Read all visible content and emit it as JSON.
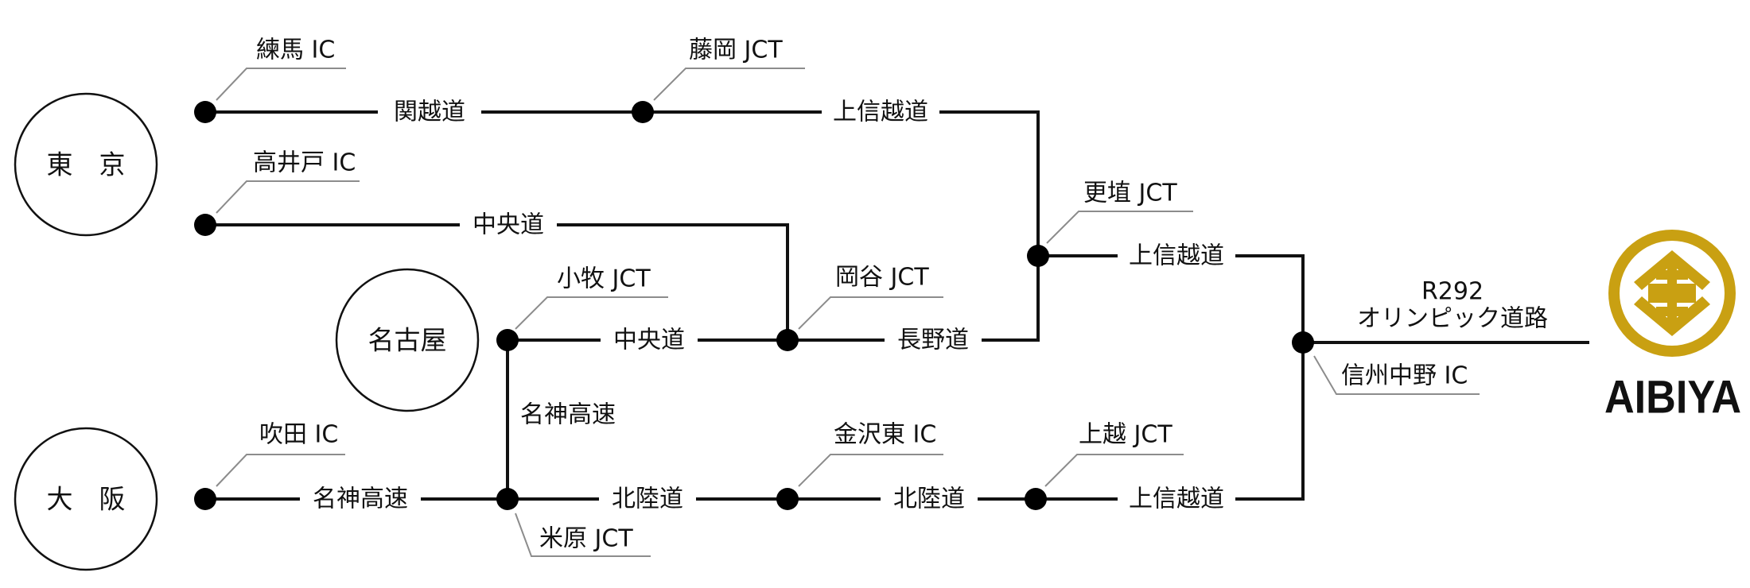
{
  "cities": {
    "tokyo": "東　京",
    "nagoya": "名古屋",
    "osaka": "大　阪"
  },
  "nodes": {
    "nerima": "練馬 IC",
    "fujioka": "藤岡 JCT",
    "takaido": "高井戸 IC",
    "koshoku": "更埴 JCT",
    "komaki": "小牧 JCT",
    "okaya": "岡谷 JCT",
    "suita": "吹田 IC",
    "kanazawa_higashi": "金沢東 IC",
    "joetsu": "上越 JCT",
    "maibara": "米原 JCT",
    "shinshu_nakano": "信州中野 IC"
  },
  "roads": {
    "kanetsu": "関越道",
    "joshinetsu_1": "上信越道",
    "chuo_1": "中央道",
    "joshinetsu_2": "上信越道",
    "chuo_2": "中央道",
    "nagano": "長野道",
    "meishin_v": "名神高速",
    "meishin_h": "名神高速",
    "hokuriku_1": "北陸道",
    "hokuriku_2": "北陸道",
    "joshinetsu_3": "上信越道",
    "r292_line1": "R292",
    "r292_line2": "オリンピック道路"
  },
  "logo": {
    "brand": "AIBIYA",
    "gold_color": "#c9a012"
  }
}
